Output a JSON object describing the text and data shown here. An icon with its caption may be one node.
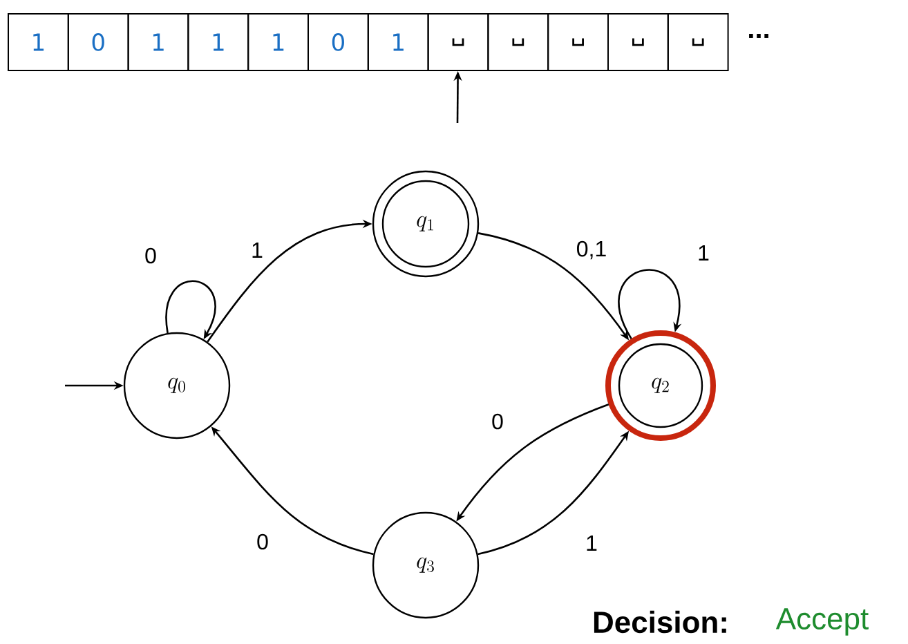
{
  "diagram": {
    "nodes": [
      {
        "text": [
          "1"
        ]
      },
      {
        "text": [
          "0"
        ]
      },
      {
        "text": [
          "1"
        ]
      },
      {
        "text": [
          "1"
        ]
      },
      {
        "text": [
          "1"
        ]
      },
      {
        "text": [
          "0"
        ]
      },
      {
        "text": [
          "1"
        ]
      },
      {
        "text": [
          "␣"
        ]
      },
      {
        "text": [
          "␣"
        ]
      },
      {
        "text": [
          "␣"
        ]
      },
      {
        "text": [
          "␣"
        ]
      },
      {
        "text": [
          "␣"
        ]
      },
      {
        "text": [
          "q_0"
        ]
      },
      {
        "text": [
          "q_1"
        ]
      },
      {
        "text": [
          "q_2"
        ]
      },
      {
        "text": [
          "q_3"
        ]
      }
    ],
    "edges": [
      {
        "from": null,
        "to": 7,
        "arrow": "to"
      },
      {
        "from": null,
        "to": 12,
        "arrow": "to"
      },
      {
        "from": 12,
        "to": 12,
        "arrow": "to",
        "label": "0"
      },
      {
        "from": 12,
        "to": 13,
        "arrow": "to",
        "label": "1"
      },
      {
        "from": 13,
        "to": 14,
        "arrow": "to",
        "label": "0,1"
      },
      {
        "from": 14,
        "to": 14,
        "arrow": "to",
        "label": "1"
      },
      {
        "from": 14,
        "to": 15,
        "arrow": "to",
        "label": "0"
      },
      {
        "from": 15,
        "to": 14,
        "arrow": "to",
        "label": "1"
      },
      {
        "from": 15,
        "to": 12,
        "arrow": "to",
        "label": "0"
      }
    ],
    "labels": [
      "...",
      "Decision:",
      "Accept"
    ]
  }
}
